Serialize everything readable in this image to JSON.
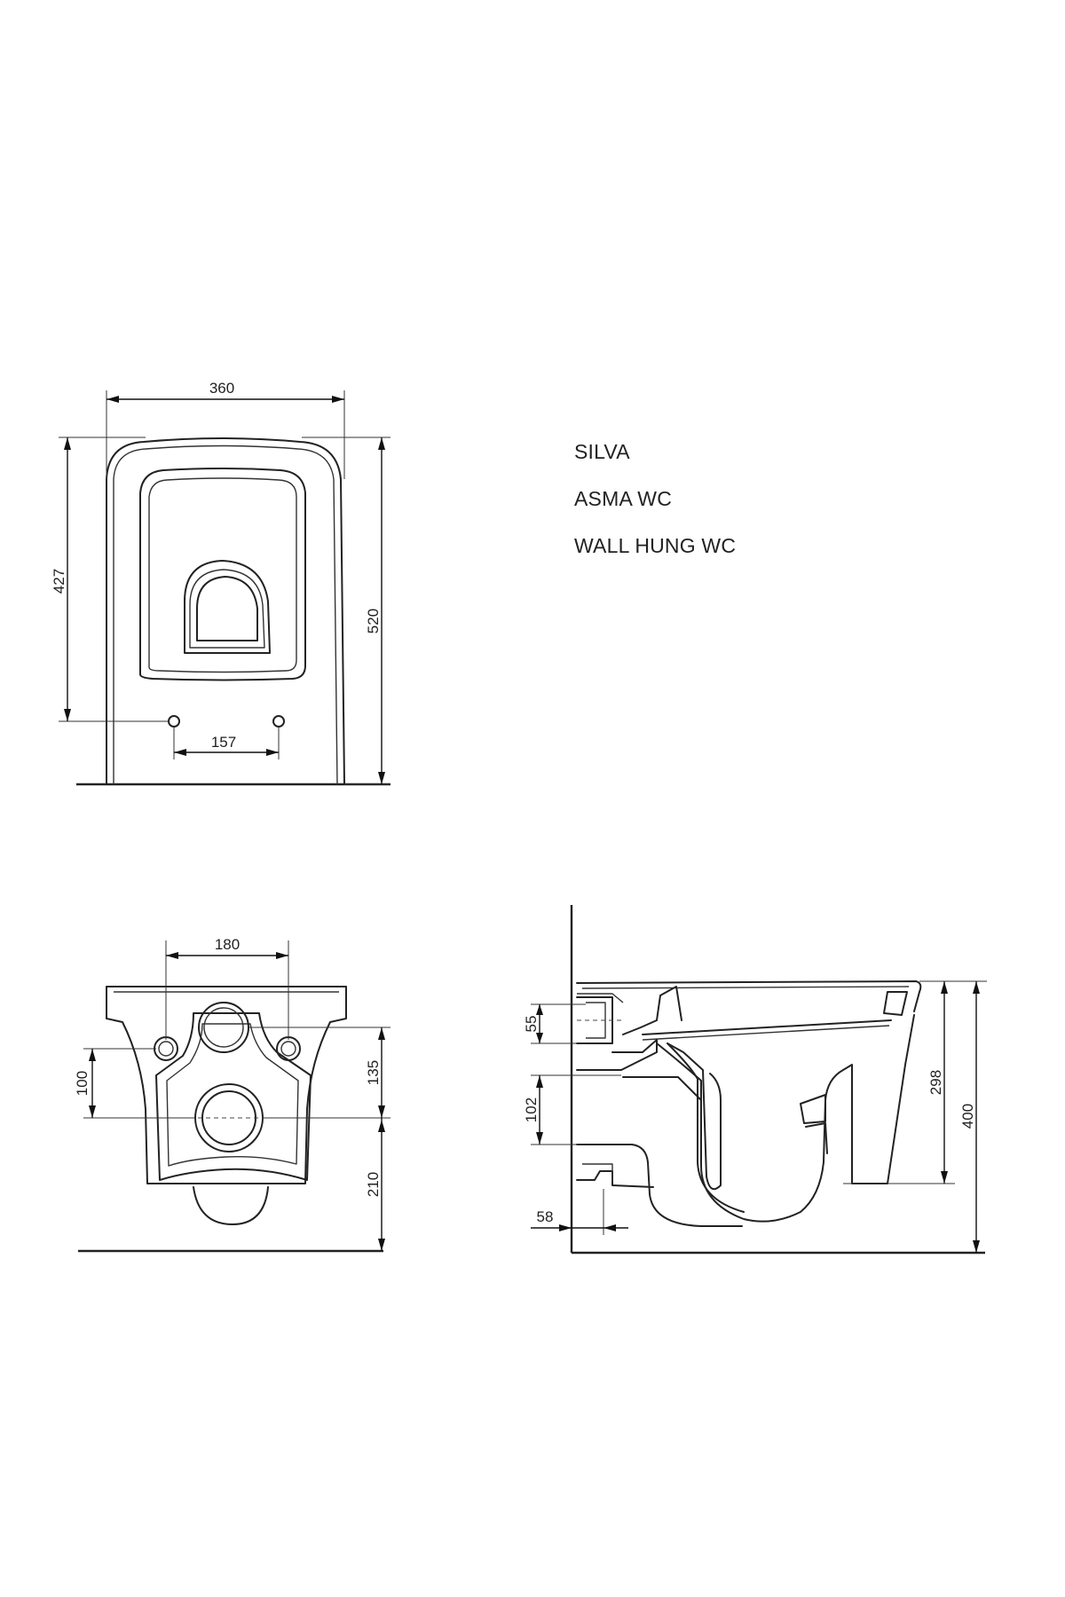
{
  "title_block": {
    "brand": "SILVA",
    "model": "ASMA WC",
    "type": "WALL HUNG WC"
  },
  "dimensions": {
    "width": "360",
    "fixing_height": "427",
    "overall_height": "520",
    "fixing_spacing": "157",
    "front_fixing_spacing": "180",
    "front_fixing_offset": "100",
    "outlet_height": "135",
    "outlet_from_floor": "210",
    "inlet_height": "55",
    "outlet_side_height": "102",
    "outlet_projection": "58",
    "rim_depth": "298",
    "rim_height": "400"
  }
}
